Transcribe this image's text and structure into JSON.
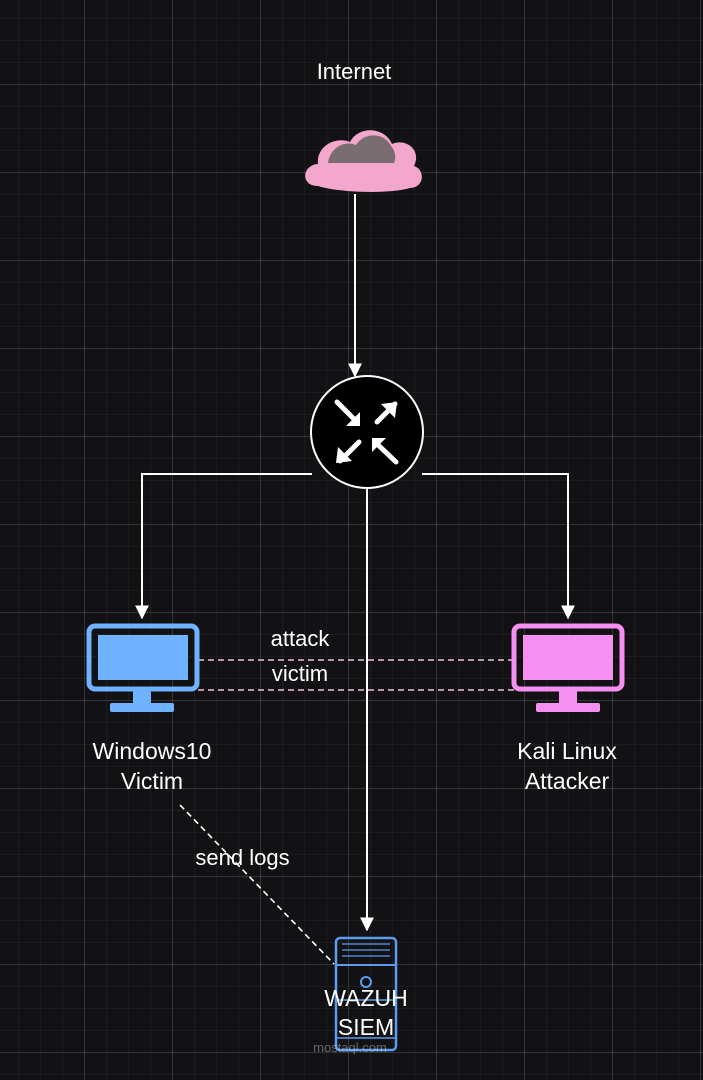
{
  "internet": {
    "label": "Internet"
  },
  "windows": {
    "line1": "Windows10",
    "line2": "Victim"
  },
  "kali": {
    "line1": "Kali Linux",
    "line2": "Attacker"
  },
  "links": {
    "attack": "attack",
    "victim": "victim",
    "send_logs": "send logs"
  },
  "siem": {
    "line1": "WAZUH",
    "line2": "SIEM"
  },
  "watermark": "mostaql.com",
  "colors": {
    "background": "#121214",
    "cloud": "#f4a7cc",
    "cloud_shade": "#7a6d72",
    "windows_monitor": "#6fb2ff",
    "kali_monitor": "#f58ff0",
    "server": "#5b9bf0",
    "line": "#ffffff",
    "dashed_link": "#f0c0e0"
  },
  "icons": {
    "internet": "cloud-icon",
    "router": "router-icon",
    "windows": "monitor-icon",
    "kali": "monitor-icon",
    "siem": "server-icon"
  }
}
